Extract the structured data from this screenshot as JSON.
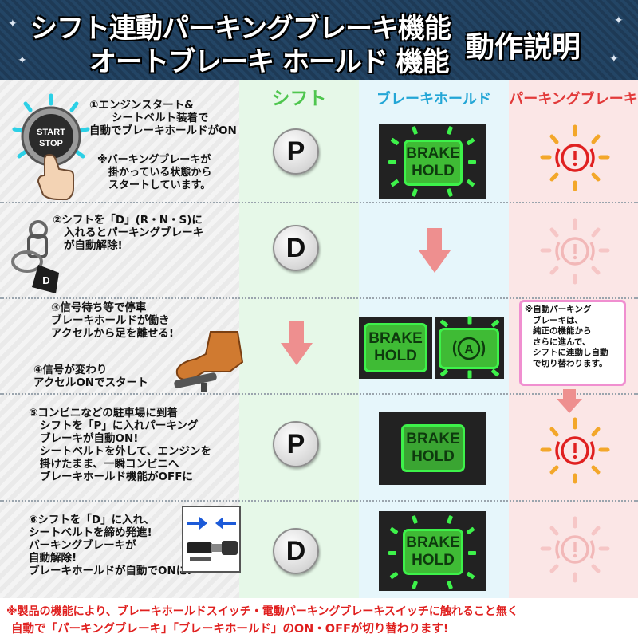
{
  "header": {
    "line1": "シフト連動パーキングブレーキ機能",
    "line2": "オートブレーキ ホールド 機能",
    "right": "動作説明"
  },
  "columns": {
    "shift": "シフト",
    "brake_hold": "ブレーキホールド",
    "parking": "パーキングブレーキ"
  },
  "start_button": {
    "line1": "START",
    "line2": "STOP"
  },
  "key_tag": "D",
  "brake_hold_label": {
    "line1": "BRAKE",
    "line2": "HOLD"
  },
  "auto_symbol": "A",
  "steps": {
    "s1": [
      "①エンジンスタート&",
      "シートベルト装着で",
      "自動でブレーキホールドがON"
    ],
    "s1_note": [
      "※パーキングブレーキが",
      "掛かっている状態から",
      "スタートしています。"
    ],
    "s2": [
      "②シフトを「D」(R・N・S)に",
      "入れるとパーキングブレーキ",
      "が自動解除!"
    ],
    "s3": [
      "③信号待ち等で停車",
      "ブレーキホールドが働き",
      "アクセルから足を離せる!"
    ],
    "s4": [
      "④信号が変わり",
      "アクセルONでスタート"
    ],
    "s5": [
      "⑤コンビニなどの駐車場に到着",
      "シフトを「P」に入れパーキング",
      "ブレーキが自動ON!",
      "シートベルトを外して、エンジンを",
      "掛けたまま、一瞬コンビニへ",
      "ブレーキホールド機能がOFFに"
    ],
    "s6": [
      "⑥シフトを「D」に入れ、",
      "シートベルトを締め発進!",
      "パーキングブレーキが",
      "自動解除!",
      "ブレーキホールドが自動でONに!"
    ]
  },
  "shift_positions": [
    "P",
    "D",
    "P",
    "D"
  ],
  "note": [
    "※自動パーキング",
    "ブレーキは、",
    "純正の機能から",
    "さらに進んで、",
    "シフトに連動し自動",
    "で切り替わります。"
  ],
  "footer": {
    "line1": "※製品の機能により、ブレーキホールドスイッチ・電動パーキングブレーキスイッチに触れること無く",
    "line2": "自動で「パーキングブレーキ」「ブレーキホールド」のON・OFFが切り替わります!"
  },
  "colors": {
    "shift_green": "#4fc64f",
    "hold_blue": "#23a6d6",
    "parking_red": "#e23a3a",
    "indicator_green": "#3df24a",
    "warning_orange": "#f3a72a",
    "arrow_pink": "#ee8f8f"
  }
}
